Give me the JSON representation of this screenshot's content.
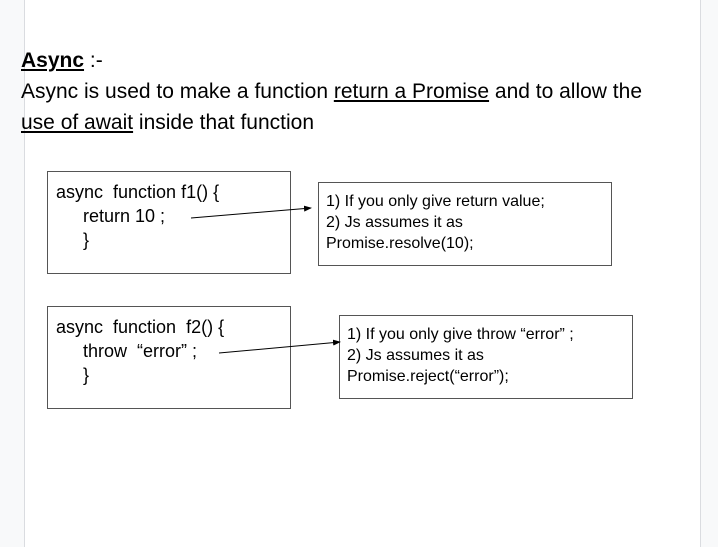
{
  "heading": {
    "title": "Async",
    "suffix": " :-"
  },
  "intro": {
    "part1": " Async is used to make a function ",
    "link1": "return a Promise",
    "part2": " and to allow the ",
    "link2": "use of await",
    "part3": " inside that function"
  },
  "examples": [
    {
      "code": [
        "async  function f1() {",
        "return 10 ;",
        "}"
      ],
      "notes": [
        "1) If you only give return value;",
        "2) Js assumes it as",
        "Promise.resolve(10);"
      ]
    },
    {
      "code": [
        "async  function  f2() {",
        "throw  “error” ;",
        "}"
      ],
      "notes": [
        "1) If you only give throw “error” ;",
        "2) Js assumes it as",
        "Promise.reject(“error”);"
      ]
    }
  ]
}
